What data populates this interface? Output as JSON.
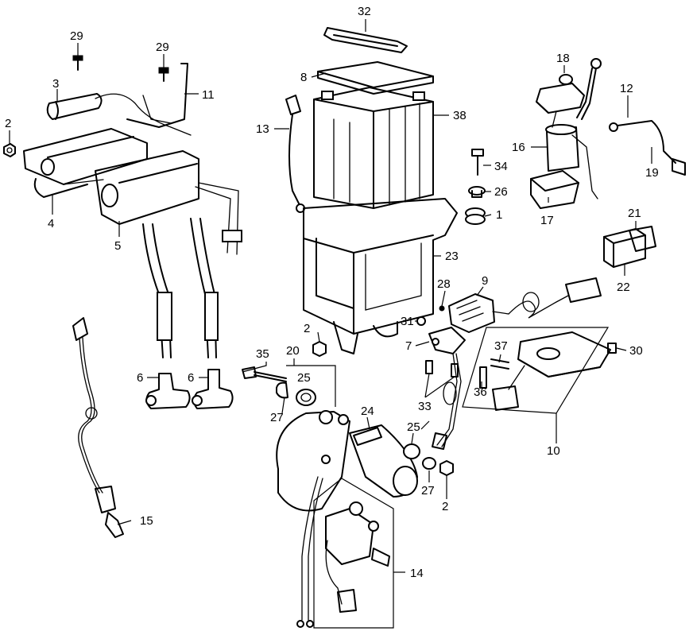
{
  "callouts": {
    "c1": "1",
    "c2a": "2",
    "c2b": "2",
    "c2c": "2",
    "c3": "3",
    "c4": "4",
    "c5": "5",
    "c6a": "6",
    "c6b": "6",
    "c7": "7",
    "c8": "8",
    "c9": "9",
    "c10": "10",
    "c11": "11",
    "c12": "12",
    "c13": "13",
    "c14": "14",
    "c15": "15",
    "c16": "16",
    "c17": "17",
    "c18": "18",
    "c19": "19",
    "c20": "20",
    "c21": "21",
    "c22": "22",
    "c23": "23",
    "c24": "24",
    "c25a": "25",
    "c25b": "25",
    "c26": "26",
    "c27a": "27",
    "c27b": "27",
    "c28": "28",
    "c29a": "29",
    "c29b": "29",
    "c30": "30",
    "c31": "31",
    "c32": "32",
    "c33": "33",
    "c34": "34",
    "c35": "35",
    "c36": "36",
    "c37": "37",
    "c38": "38"
  }
}
